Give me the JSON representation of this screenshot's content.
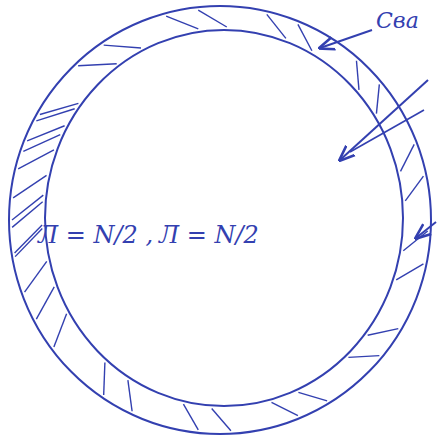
{
  "diagram": {
    "nodes": [
      {
        "text": [
          "Л = N/2 ,",
          "Л = N/2"
        ]
      }
    ],
    "labels": [
      "Сва"
    ]
  }
}
